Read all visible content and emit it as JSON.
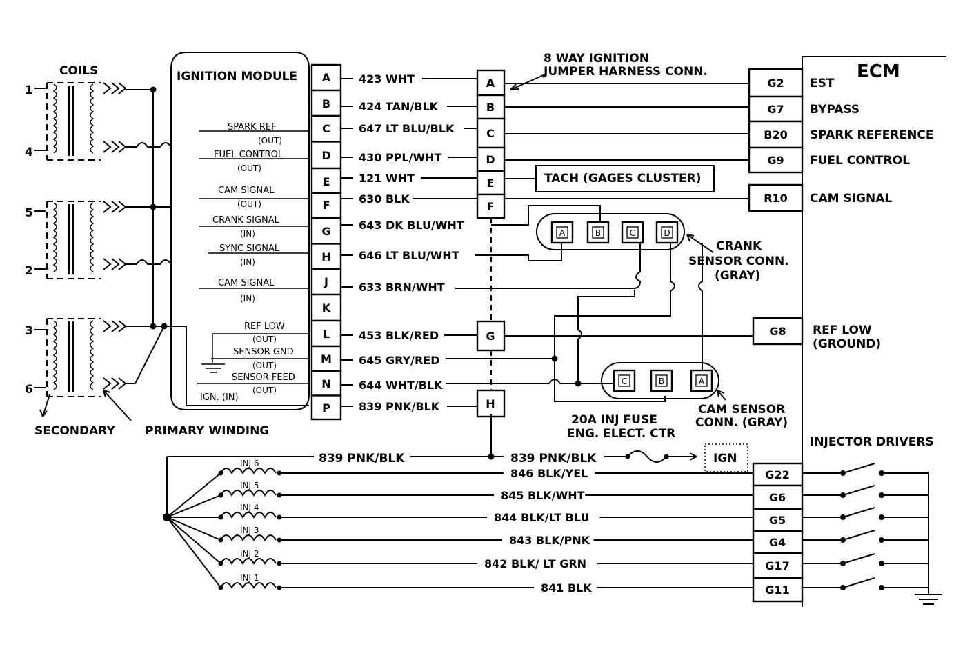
{
  "coils": {
    "title": "COILS",
    "numbers": [
      "1",
      "4",
      "5",
      "2",
      "3",
      "6"
    ],
    "secondary_label": "SECONDARY",
    "primary_label": "PRIMARY WINDING"
  },
  "module": {
    "title": "IGNITION MODULE",
    "pins": [
      "A",
      "B",
      "C",
      "D",
      "E",
      "F",
      "G",
      "H",
      "J",
      "K",
      "L",
      "M",
      "N",
      "P"
    ],
    "signals": [
      {
        "name": "SPARK REF",
        "dir": "(OUT)"
      },
      {
        "name": "FUEL CONTROL",
        "dir": "(OUT)"
      },
      {
        "name": "CAM SIGNAL",
        "dir": "(OUT)"
      },
      {
        "name": "CRANK SIGNAL",
        "dir": "(IN)"
      },
      {
        "name": "SYNC SIGNAL",
        "dir": "(IN)"
      },
      {
        "name": "CAM SIGNAL",
        "dir": "(IN)"
      },
      {
        "name": "REF LOW",
        "dir": "(OUT)"
      },
      {
        "name": "SENSOR GND",
        "dir": "(OUT)"
      },
      {
        "name": "SENSOR FEED",
        "dir": "(OUT)"
      },
      {
        "name": "IGN. (IN)",
        "dir": ""
      }
    ]
  },
  "wires": [
    "423 WHT",
    "424 TAN/BLK",
    "647 LT BLU/BLK",
    "430 PPL/WHT",
    "121 WHT",
    "630 BLK",
    "643 DK BLU/WHT",
    "646 LT BLU/WHT",
    "633 BRN/WHT",
    "453 BLK/RED",
    "645 GRY/RED",
    "644 WHT/BLK",
    "839 PNK/BLK"
  ],
  "jumper": {
    "title_line1": "8 WAY IGNITION",
    "title_line2": "JUMPER HARNESS CONN.",
    "pins": [
      "A",
      "B",
      "C",
      "D",
      "E",
      "F",
      "G",
      "H"
    ]
  },
  "tach_label": "TACH (GAGES CLUSTER)",
  "crank_conn": {
    "pins": [
      "A",
      "B",
      "C",
      "D"
    ],
    "line1": "CRANK",
    "line2": "SENSOR CONN.",
    "line3": "(GRAY)"
  },
  "cam_conn": {
    "pins": [
      "C",
      "B",
      "A"
    ],
    "line1": "CAM SENSOR",
    "line2": "CONN. (GRAY)"
  },
  "fuse": {
    "line1": "20A INJ FUSE",
    "line2": "ENG. ELECT. CTR",
    "ign": "IGN"
  },
  "ecm": {
    "title": "ECM",
    "pins": [
      {
        "pin": "G2",
        "label": "EST"
      },
      {
        "pin": "G7",
        "label": "BYPASS"
      },
      {
        "pin": "B20",
        "label": "SPARK REFERENCE"
      },
      {
        "pin": "G9",
        "label": "FUEL CONTROL"
      },
      {
        "pin": "R10",
        "label": "CAM SIGNAL"
      },
      {
        "pin": "G8",
        "label": "REF LOW"
      }
    ],
    "ref_low_sub": "(GROUND)",
    "injector_drivers": "INJECTOR DRIVERS",
    "injector_pins": [
      "G22",
      "G6",
      "G5",
      "G4",
      "G17",
      "G11"
    ]
  },
  "feed_wire": "839 PNK/BLK",
  "feed_wire_right": "839 PNK/BLK",
  "injectors": [
    {
      "label": "INJ 6",
      "wire": "846 BLK/YEL"
    },
    {
      "label": "INJ 5",
      "wire": "845 BLK/WHT"
    },
    {
      "label": "INJ 4",
      "wire": "844 BLK/LT BLU"
    },
    {
      "label": "INJ 3",
      "wire": "843 BLK/PNK"
    },
    {
      "label": "INJ 2",
      "wire": "842 BLK/ LT GRN"
    },
    {
      "label": "INJ 1",
      "wire": "841 BLK"
    }
  ]
}
